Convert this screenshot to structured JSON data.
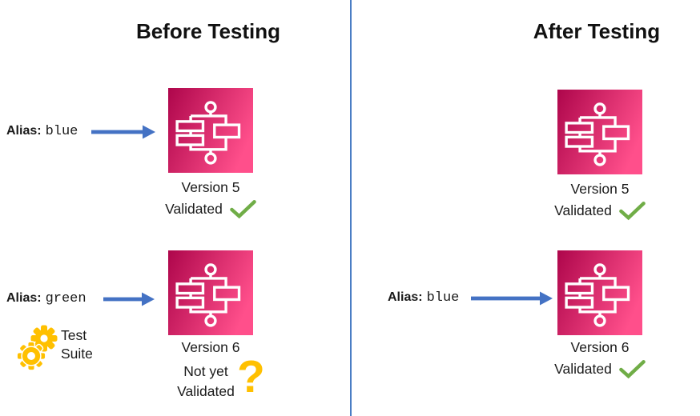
{
  "before": {
    "title": "Before Testing",
    "v5": {
      "alias_label": "Alias:",
      "alias_value": "blue",
      "version": "Version 5",
      "status": "Validated",
      "status_icon": "checkmark"
    },
    "v6": {
      "alias_label": "Alias:",
      "alias_value": "green",
      "version": "Version 6",
      "status_line1": "Not yet",
      "status_line2": "Validated",
      "question_mark": "?",
      "status_icon": "question-mark"
    },
    "test_suite": {
      "line1": "Test",
      "line2": "Suite",
      "icon": "gear-icon"
    }
  },
  "after": {
    "title": "After Testing",
    "v5": {
      "version": "Version 5",
      "status": "Validated",
      "status_icon": "checkmark"
    },
    "v6": {
      "alias_label": "Alias:",
      "alias_value": "blue",
      "version": "Version 6",
      "status": "Validated",
      "status_icon": "checkmark"
    }
  },
  "icons": {
    "workflow": "aws-step-functions-icon",
    "arrow": "arrow-right-icon",
    "check": "checkmark-icon",
    "question": "question-mark-icon",
    "gear": "gear-icon"
  },
  "colors": {
    "icon_gradient_start": "#b0084d",
    "icon_gradient_end": "#ff4f8b",
    "arrow_blue": "#4472c4",
    "divider_blue": "#4a7dc4",
    "check_green": "#70ad47",
    "gold": "#ffc000",
    "text": "#1a1a1a"
  }
}
